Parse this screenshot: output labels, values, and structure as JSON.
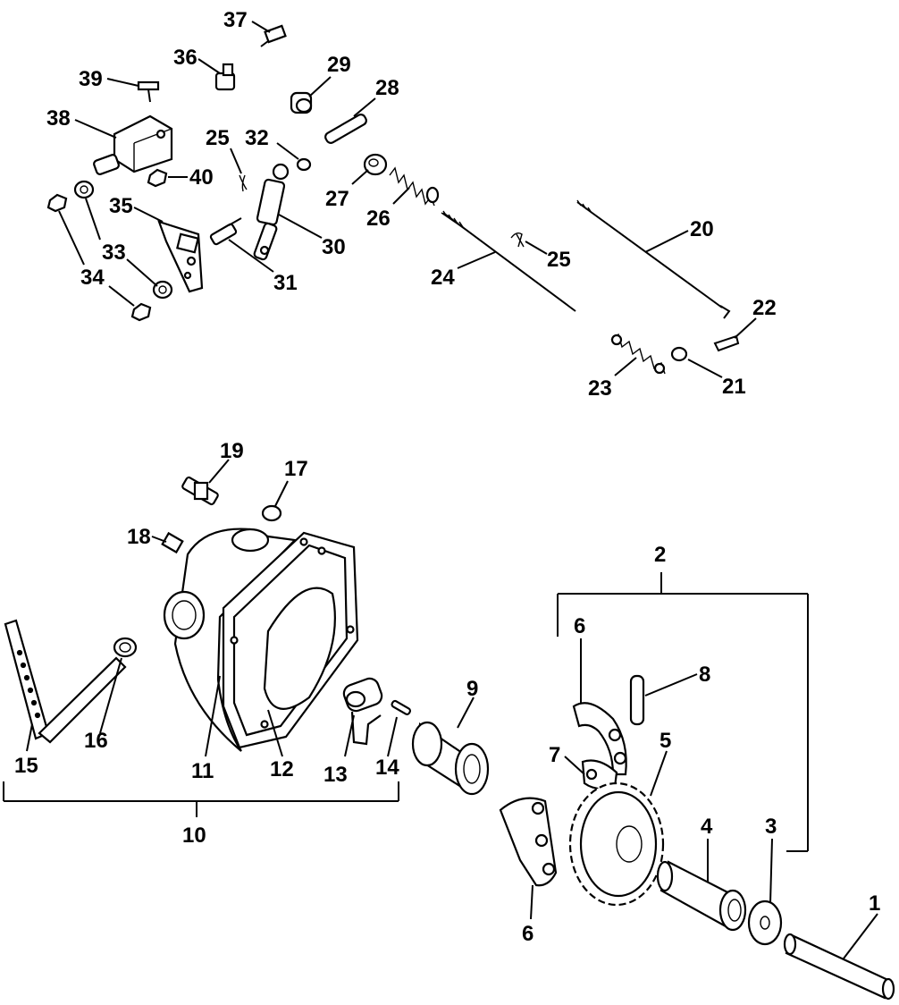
{
  "labels": {
    "n1": "1",
    "n2": "2",
    "n3": "3",
    "n4": "4",
    "n5": "5",
    "n6a": "6",
    "n6b": "6",
    "n7": "7",
    "n8": "8",
    "n9": "9",
    "n10": "10",
    "n11": "11",
    "n12": "12",
    "n13": "13",
    "n14": "14",
    "n15": "15",
    "n16": "16",
    "n17": "17",
    "n18": "18",
    "n19": "19",
    "n20": "20",
    "n21": "21",
    "n22": "22",
    "n23": "23",
    "n24": "24",
    "n25a": "25",
    "n25b": "25",
    "n26": "26",
    "n27": "27",
    "n28": "28",
    "n29": "29",
    "n30": "30",
    "n31": "31",
    "n32": "32",
    "n33": "33",
    "n34": "34",
    "n35": "35",
    "n36": "36",
    "n37": "37",
    "n38": "38",
    "n39": "39",
    "n40": "40"
  }
}
